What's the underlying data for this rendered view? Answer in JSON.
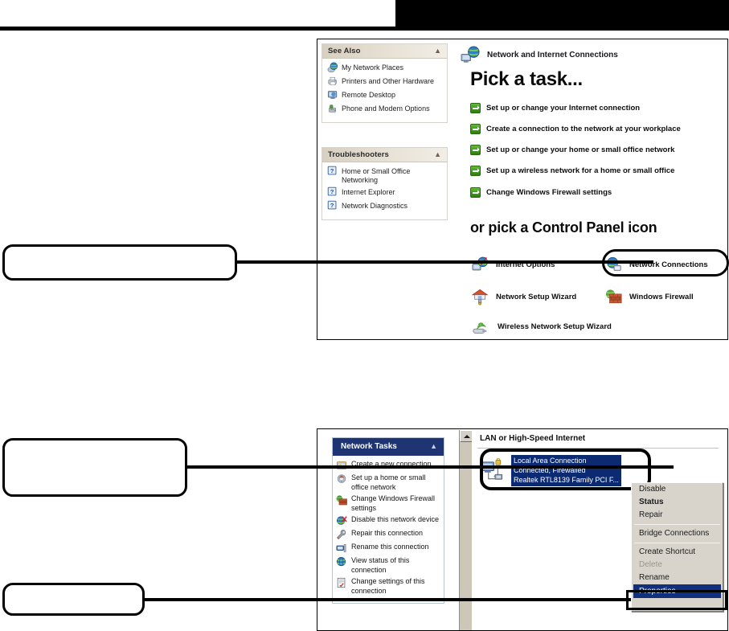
{
  "banner": {
    "color": "#000000"
  },
  "control_panel_window": {
    "title": "Network and Internet Connections",
    "see_also": {
      "header": "See Also",
      "collapse_icon": "chevron-up-icon",
      "items": [
        {
          "label": "My Network Places",
          "icon": "network-places-icon"
        },
        {
          "label": "Printers and Other Hardware",
          "icon": "printer-icon"
        },
        {
          "label": "Remote Desktop",
          "icon": "remote-desktop-icon"
        },
        {
          "label": "Phone and Modem Options",
          "icon": "modem-icon"
        }
      ]
    },
    "troubleshooters": {
      "header": "Troubleshooters",
      "collapse_icon": "chevron-up-icon",
      "items": [
        {
          "label": "Home or Small Office Networking",
          "icon": "help-question-icon"
        },
        {
          "label": "Internet Explorer",
          "icon": "help-question-icon"
        },
        {
          "label": "Network Diagnostics",
          "icon": "help-question-icon"
        }
      ]
    },
    "pick_a_task_heading": "Pick a task...",
    "tasks": [
      "Set up or change your Internet connection",
      "Create a connection to the network at your workplace",
      "Set up or change your home or small office network",
      "Set up a wireless network for a home or small office",
      "Change Windows Firewall settings"
    ],
    "pick_icon_heading": "or pick a Control Panel icon",
    "cp_icons": [
      {
        "label": "Internet Options",
        "icon": "internet-options-icon"
      },
      {
        "label": "Network Connections",
        "icon": "network-connections-icon"
      },
      {
        "label": "Network Setup Wizard",
        "icon": "network-setup-wizard-icon"
      },
      {
        "label": "Windows Firewall",
        "icon": "windows-firewall-icon"
      },
      {
        "label": "Wireless Network Setup Wizard",
        "icon": "wireless-setup-wizard-icon"
      }
    ]
  },
  "callouts": [
    {
      "text": ""
    },
    {
      "text": ""
    },
    {
      "text": ""
    }
  ],
  "network_connections_window": {
    "network_tasks": {
      "header": "Network Tasks",
      "collapse_icon": "chevron-up-icon",
      "items": [
        {
          "label": "Create a new connection",
          "icon": "new-connection-icon"
        },
        {
          "label": "Set up a home or small office network",
          "icon": "home-network-icon"
        },
        {
          "label": "Change Windows Firewall settings",
          "icon": "firewall-icon"
        },
        {
          "label": "Disable this network device",
          "icon": "disable-device-icon"
        },
        {
          "label": "Repair this connection",
          "icon": "wrench-icon"
        },
        {
          "label": "Rename this connection",
          "icon": "rename-icon"
        },
        {
          "label": "View status of this connection",
          "icon": "globe-status-icon"
        },
        {
          "label": "Change settings of this connection",
          "icon": "settings-icon"
        }
      ]
    },
    "scrollbar": {
      "up_button_icon": "scroll-up-arrow-icon"
    },
    "list_header": "LAN or High-Speed Internet",
    "connection": {
      "icon": "lan-connection-icon",
      "name": "Local Area Connection",
      "status": "Connected, Firewalled",
      "adapter": "Realtek RTL8139 Family PCI F...",
      "selected": true
    },
    "context_menu": {
      "items": [
        {
          "label": "Disable",
          "state": "normal"
        },
        {
          "label": "Status",
          "state": "bold"
        },
        {
          "label": "Repair",
          "state": "normal"
        },
        {
          "label": "---",
          "state": "separator"
        },
        {
          "label": "Bridge Connections",
          "state": "normal"
        },
        {
          "label": "---",
          "state": "separator"
        },
        {
          "label": "Create Shortcut",
          "state": "normal"
        },
        {
          "label": "Delete",
          "state": "disabled"
        },
        {
          "label": "Rename",
          "state": "normal"
        },
        {
          "label": "Properties",
          "state": "selected"
        }
      ]
    }
  },
  "colors": {
    "tile_header": "#d7cfc0",
    "network_tasks_header": "#1f3473",
    "selection_blue": "#0c2a72",
    "task_arrow_green": "#3f9a1c",
    "callout_border": "#000000"
  }
}
